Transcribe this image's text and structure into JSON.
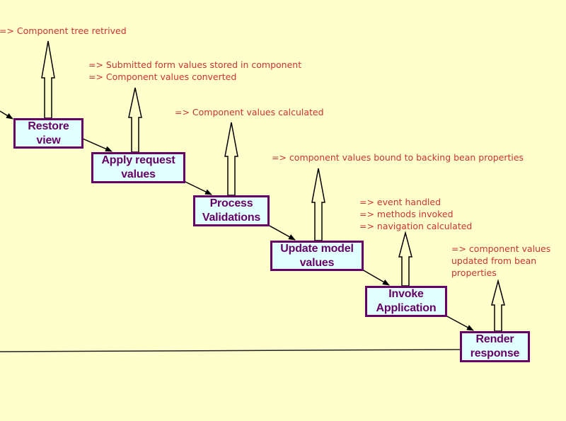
{
  "diagram": {
    "title": "JSF request processing lifecycle",
    "colors": {
      "background": "#ffffcc",
      "box_fill": "#e0ffff",
      "box_border": "#660066",
      "box_text": "#660066",
      "note_text": "#cc3333",
      "line": "#000000"
    },
    "phases": [
      {
        "id": "restore-view",
        "lines": [
          "Restore",
          "view"
        ]
      },
      {
        "id": "apply-request-values",
        "lines": [
          "Apply request",
          "values"
        ]
      },
      {
        "id": "process-validations",
        "lines": [
          "Process",
          "Validations"
        ]
      },
      {
        "id": "update-model-values",
        "lines": [
          "Update model",
          "values"
        ]
      },
      {
        "id": "invoke-application",
        "lines": [
          "Invoke",
          "Application"
        ]
      },
      {
        "id": "render-response",
        "lines": [
          "Render",
          "response"
        ]
      }
    ],
    "notes": [
      {
        "phase": "restore-view",
        "lines": [
          "=> Component tree retrived"
        ]
      },
      {
        "phase": "apply-request-values",
        "lines": [
          "=> Submitted form values stored in component",
          "=> Component values converted"
        ]
      },
      {
        "phase": "process-validations",
        "lines": [
          "=> Component values calculated"
        ]
      },
      {
        "phase": "update-model-values",
        "lines": [
          "=> component values bound to backing bean properties"
        ]
      },
      {
        "phase": "invoke-application",
        "lines": [
          "=> event handled",
          "=> methods invoked",
          "=> navigation calculated"
        ]
      },
      {
        "phase": "render-response",
        "lines": [
          "=> component values",
          "updated from bean",
          "properties"
        ]
      }
    ]
  }
}
